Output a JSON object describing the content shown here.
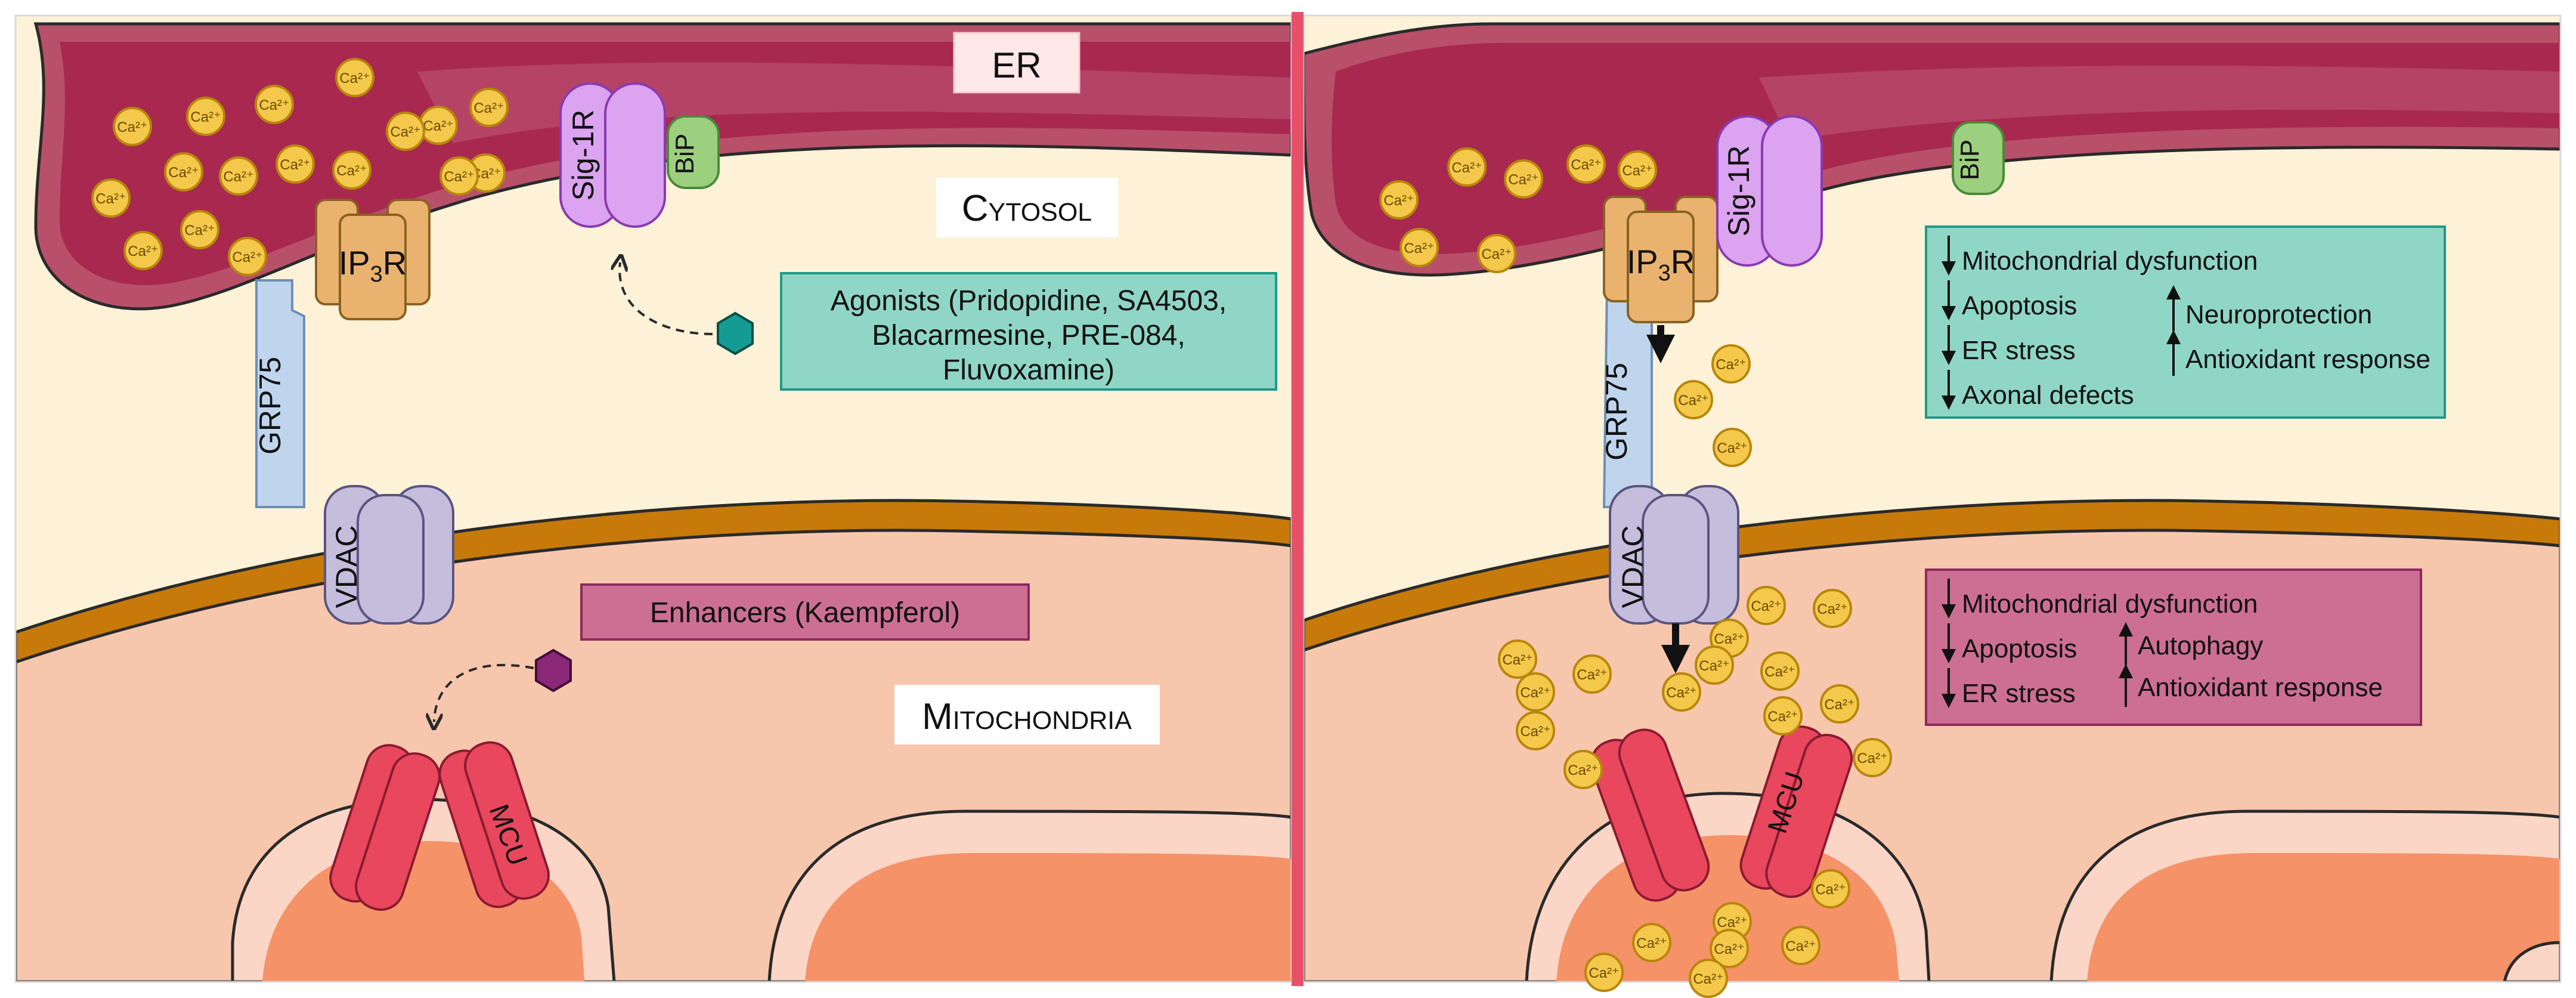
{
  "labels": {
    "er": "ER",
    "cytosol": "Cytosol",
    "mitochondria": "Mitochondria"
  },
  "proteins": {
    "ip3r_main": "IP",
    "ip3r_sub": "3",
    "ip3r_end": "R",
    "sig1r": "Sig-1R",
    "bip": "BiP",
    "grp75": "GRP75",
    "vdac": "VDAC",
    "mcu": "MCU"
  },
  "ion": {
    "label": "Ca²⁺"
  },
  "left_panel": {
    "agonists_lines": [
      "Agonists (Pridopidine, SA4503,",
      "Blacarmesine, PRE-084,",
      "Fluvoxamine)"
    ],
    "enhancers": "Enhancers (Kaempferol)"
  },
  "right_panel": {
    "agonist_effects": {
      "decreased": [
        "Mitochondrial dysfunction",
        "Apoptosis",
        "ER stress",
        "Axonal defects"
      ],
      "increased": [
        "Neuroprotection",
        "Antioxidant response"
      ]
    },
    "enhancer_effects": {
      "decreased": [
        "Mitochondrial dysfunction",
        "Apoptosis",
        "ER stress"
      ],
      "increased": [
        "Autophagy",
        "Antioxidant response"
      ]
    }
  },
  "colors": {
    "cytosol": "#fdf2d8",
    "er_lumen": "#a82850",
    "er_membrane": "#b8506a",
    "mito_outer": "#c77a0a",
    "mito_matrix": "#f7c7ad",
    "cristae": "#f59268",
    "agonist_box": "#8fd6c6",
    "enhancer_box": "#cc6f92",
    "teal_hexagon": "#149c94",
    "purple_hexagon": "#8c2878",
    "sig1r": "#dba3f0",
    "bip": "#9ccf7e",
    "ip3r": "#e9b36f",
    "grp75": "#bfd5ee",
    "vdac": "#c4bedc",
    "mcu": "#e8475d",
    "calcium": "#f4c84a",
    "divider": "#e8506a"
  }
}
